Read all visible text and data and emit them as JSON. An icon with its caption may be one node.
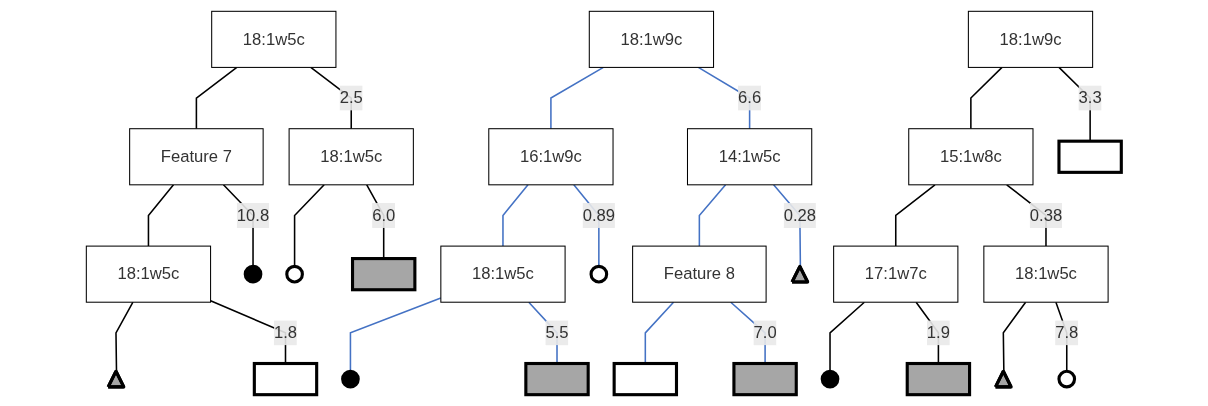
{
  "diagram": {
    "nodes": [
      {
        "text": [
          "18:1w5c"
        ]
      },
      {
        "text": [
          "Feature 7"
        ]
      },
      {
        "text": [
          "18:1w5c"
        ]
      },
      {
        "text": [
          "18:1w5c"
        ]
      },
      {
        "text": [],
        "shape": "circle"
      },
      {
        "text": [],
        "shape": "circle"
      },
      {
        "text": [],
        "shape": "box"
      },
      {
        "text": [],
        "shape": "triangle"
      },
      {
        "text": [],
        "shape": "box"
      },
      {
        "text": [
          "18:1w9c"
        ]
      },
      {
        "text": [
          "16:1w9c"
        ]
      },
      {
        "text": [
          "14:1w5c"
        ]
      },
      {
        "text": [
          "18:1w5c"
        ]
      },
      {
        "text": [],
        "shape": "circle"
      },
      {
        "text": [
          "Feature 8"
        ]
      },
      {
        "text": [],
        "shape": "triangle"
      },
      {
        "text": [],
        "shape": "circle"
      },
      {
        "text": [],
        "shape": "box"
      },
      {
        "text": [],
        "shape": "box"
      },
      {
        "text": [],
        "shape": "box"
      },
      {
        "text": [
          "18:1w9c"
        ]
      },
      {
        "text": [
          "15:1w8c"
        ]
      },
      {
        "text": [],
        "shape": "box"
      },
      {
        "text": [
          "17:1w7c"
        ]
      },
      {
        "text": [
          "18:1w5c"
        ]
      },
      {
        "text": [],
        "shape": "circle"
      },
      {
        "text": [],
        "shape": "box"
      },
      {
        "text": [],
        "shape": "triangle"
      },
      {
        "text": [],
        "shape": "circle"
      }
    ],
    "edges": [
      {
        "from": 0,
        "to": 1,
        "arrow": "none"
      },
      {
        "from": 0,
        "to": 2,
        "arrow": "none",
        "label": "2.5"
      },
      {
        "from": 1,
        "to": 3,
        "arrow": "none"
      },
      {
        "from": 1,
        "to": 4,
        "arrow": "none",
        "label": "10.8"
      },
      {
        "from": 2,
        "to": 5,
        "arrow": "none"
      },
      {
        "from": 2,
        "to": 6,
        "arrow": "none",
        "label": "6.0"
      },
      {
        "from": 3,
        "to": 7,
        "arrow": "none"
      },
      {
        "from": 3,
        "to": 8,
        "arrow": "none",
        "label": "1.8"
      },
      {
        "from": 9,
        "to": 10,
        "arrow": "none",
        "color": "#4472c4"
      },
      {
        "from": 9,
        "to": 11,
        "arrow": "none",
        "label": "6.6",
        "color": "#4472c4"
      },
      {
        "from": 10,
        "to": 12,
        "arrow": "none",
        "color": "#4472c4"
      },
      {
        "from": 10,
        "to": 13,
        "arrow": "none",
        "label": "0.89",
        "color": "#4472c4"
      },
      {
        "from": 11,
        "to": 14,
        "arrow": "none",
        "color": "#4472c4"
      },
      {
        "from": 11,
        "to": 15,
        "arrow": "none",
        "label": "0.28",
        "color": "#4472c4"
      },
      {
        "from": 12,
        "to": 16,
        "arrow": "none",
        "color": "#4472c4"
      },
      {
        "from": 12,
        "to": 17,
        "arrow": "none",
        "label": "5.5",
        "color": "#4472c4"
      },
      {
        "from": 14,
        "to": 18,
        "arrow": "none",
        "color": "#4472c4"
      },
      {
        "from": 14,
        "to": 19,
        "arrow": "none",
        "label": "7.0",
        "color": "#4472c4"
      },
      {
        "from": 20,
        "to": 21,
        "arrow": "none"
      },
      {
        "from": 20,
        "to": 22,
        "arrow": "none",
        "label": "3.3"
      },
      {
        "from": 21,
        "to": 23,
        "arrow": "none"
      },
      {
        "from": 21,
        "to": 24,
        "arrow": "none",
        "label": "0.38"
      },
      {
        "from": 23,
        "to": 25,
        "arrow": "none"
      },
      {
        "from": 23,
        "to": 26,
        "arrow": "none",
        "label": "1.9"
      },
      {
        "from": 24,
        "to": 27,
        "arrow": "none"
      },
      {
        "from": 24,
        "to": 28,
        "arrow": "none",
        "label": "7.8"
      }
    ]
  }
}
